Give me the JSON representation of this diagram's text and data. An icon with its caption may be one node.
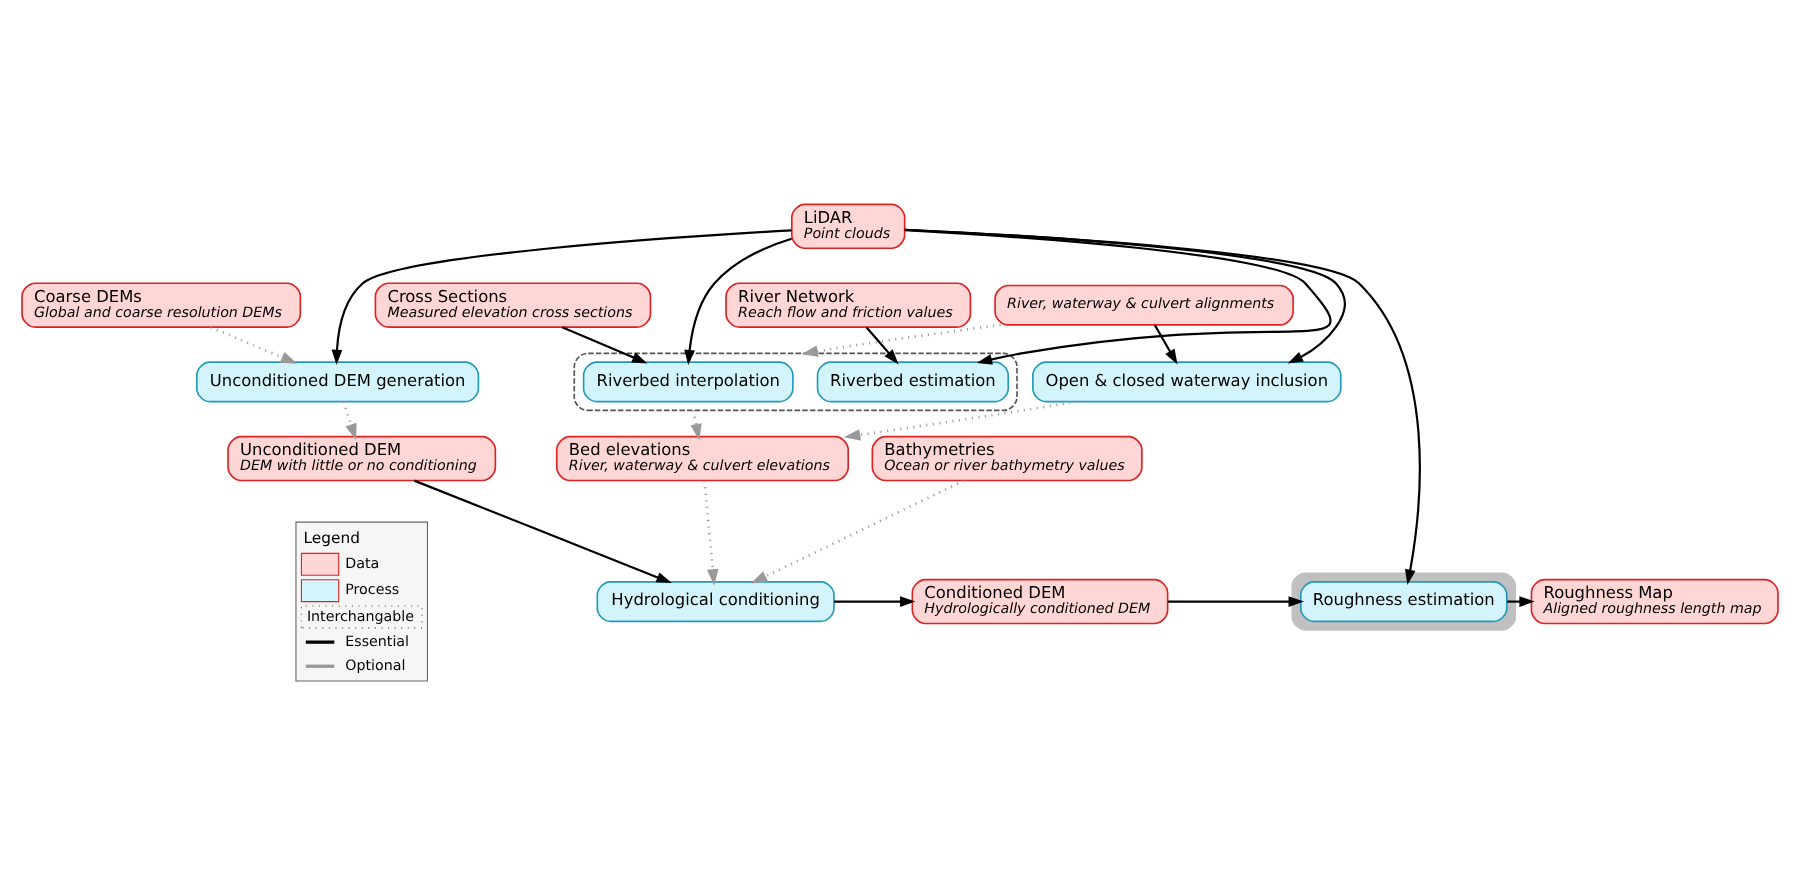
{
  "diagram": {
    "nodes": [
      {
        "text": [
          "LiDAR",
          "Point clouds"
        ]
      },
      {
        "text": [
          "Coarse DEMs",
          "Global and coarse resolution DEMs"
        ]
      },
      {
        "text": [
          "Cross Sections",
          "Measured elevation cross sections"
        ]
      },
      {
        "text": [
          "River Network",
          "Reach flow and friction values"
        ]
      },
      {
        "text": [
          "River, waterway & culvert alignments"
        ]
      },
      {
        "text": [
          "Unconditioned DEM generation"
        ]
      },
      {
        "text": [],
        "shape": "box"
      },
      {
        "text": [
          "Riverbed interpolation"
        ],
        "in": 6
      },
      {
        "text": [
          "Riverbed estimation"
        ],
        "in": 6
      },
      {
        "text": [
          "Open & closed waterway inclusion"
        ]
      },
      {
        "text": [
          "Unconditioned DEM",
          "DEM with little or no conditioning"
        ]
      },
      {
        "text": [
          "Bed elevations",
          "River, waterway & culvert elevations"
        ]
      },
      {
        "text": [
          "Bathymetries",
          "Ocean or river bathymetry values"
        ]
      },
      {
        "text": [
          "Hydrological conditioning"
        ]
      },
      {
        "text": [
          "Conditioned DEM",
          "Hydrologically conditioned DEM"
        ]
      },
      {
        "text": [],
        "shape": "box"
      },
      {
        "text": [
          "Roughness estimation"
        ],
        "in": 15
      },
      {
        "text": [
          "Roughness Map",
          "Aligned roughness length map"
        ]
      }
    ],
    "edges": [
      {
        "from": 0,
        "to": 5,
        "arrow": "to"
      },
      {
        "from": 0,
        "to": 7,
        "arrow": "to"
      },
      {
        "from": 0,
        "to": 8,
        "arrow": "to"
      },
      {
        "from": 0,
        "to": 9,
        "arrow": "to"
      },
      {
        "from": 0,
        "to": 16,
        "arrow": "to"
      },
      {
        "from": 1,
        "to": 5,
        "arrow": "to",
        "style": "dashed",
        "color": "#999999"
      },
      {
        "from": 2,
        "to": 7,
        "arrow": "to"
      },
      {
        "from": 3,
        "to": 8,
        "arrow": "to"
      },
      {
        "from": 4,
        "to": 6,
        "arrow": "to",
        "style": "dashed",
        "color": "#999999"
      },
      {
        "from": 4,
        "to": 9,
        "arrow": "to"
      },
      {
        "from": 5,
        "to": 10,
        "arrow": "to",
        "style": "dashed",
        "color": "#999999"
      },
      {
        "from": 6,
        "to": 11,
        "arrow": "to",
        "style": "dashed",
        "color": "#999999"
      },
      {
        "from": 9,
        "to": 11,
        "arrow": "to",
        "style": "dashed",
        "color": "#999999"
      },
      {
        "from": 10,
        "to": 13,
        "arrow": "to"
      },
      {
        "from": 11,
        "to": 13,
        "arrow": "to",
        "style": "dashed",
        "color": "#999999"
      },
      {
        "from": 12,
        "to": 13,
        "arrow": "to",
        "style": "dashed",
        "color": "#999999"
      },
      {
        "from": 13,
        "to": 14,
        "arrow": "to"
      },
      {
        "from": 14,
        "to": 16,
        "arrow": "to"
      },
      {
        "from": 16,
        "to": 17,
        "arrow": "to"
      }
    ],
    "labels": [
      "Legend"
    ],
    "legend": [
      {
        "text": "Data",
        "color": "#ffd6d6"
      },
      {
        "text": "Process",
        "color": "#d4f4fc"
      },
      {
        "text": "Interchangable"
      },
      {
        "text": "Essential"
      },
      {
        "text": "Optional"
      }
    ]
  }
}
